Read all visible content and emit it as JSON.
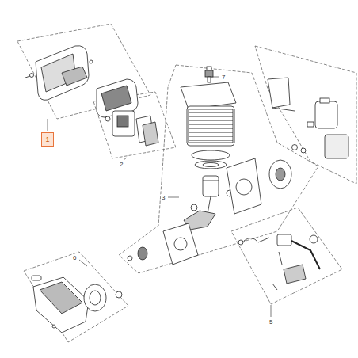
{
  "diagram": {
    "nodes": [
      {
        "text": [
          "1"
        ]
      }
    ],
    "labels": [
      "7",
      "2",
      "3",
      "6",
      "5"
    ]
  }
}
